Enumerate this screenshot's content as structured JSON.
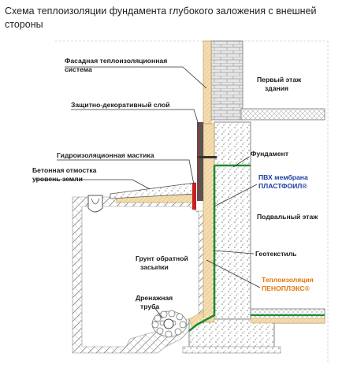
{
  "caption": "Схема теплоизоляции фундамента глубокого заложения с внешней стороны",
  "labels": {
    "facade_line1": "Фасадная теплоизоляционная",
    "facade_line2": "система",
    "first_floor_line1": "Первый этаж",
    "first_floor_line2": "здания",
    "protective_layer": "Защитно-декоративный слой",
    "foundation": "Фундамент",
    "mastic": "Гидроизоляционная мастика",
    "blind_area": "Бетонная отмостка",
    "ground_level": "уровень земли",
    "pvc_line1": "ПВХ мембрана",
    "pvc_line2": "ПЛАСТФОИЛ®",
    "basement": "Подвальный этаж",
    "backfill_line1": "Грунт обратной",
    "backfill_line2": "засыпки",
    "geotextile": "Геотекстиль",
    "insulation_line1": "Теплоизоляция",
    "insulation_line2": "ПЕНОПЛЭКС®",
    "drain_line1": "Дренажная",
    "drain_line2": "труба"
  },
  "colors": {
    "insulation": "#f3dcae",
    "membrane": "#1f8a2e",
    "concrete": "#f2f2f2",
    "soil_hatch": "#8a8a8a",
    "brick": "#e6e6e6",
    "blue_label": "#1b3f9c",
    "orange_label": "#e07a10"
  }
}
